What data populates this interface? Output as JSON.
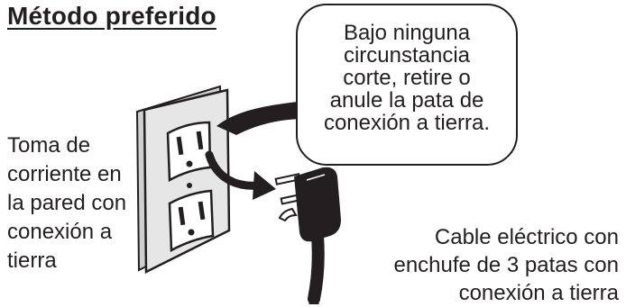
{
  "title": "Método preferido",
  "warning": {
    "lines": [
      "Bajo ninguna",
      "circunstancia",
      "corte, retire o",
      "anule la pata de",
      "conexión a tierra."
    ]
  },
  "outlet_label": {
    "lines": [
      "Toma de",
      "corriente en",
      "la pared con",
      "conexión a",
      "tierra"
    ]
  },
  "plug_label": {
    "lines": [
      "Cable eléctrico con",
      "enchufe de 3 patas con",
      "conexión a tierra"
    ]
  },
  "colors": {
    "ink": "#231f20",
    "plate": "#e6e6e6",
    "background": "#ffffff"
  },
  "icons": [
    "wall-outlet-icon",
    "three-prong-plug-icon",
    "curved-arrow-icon"
  ]
}
